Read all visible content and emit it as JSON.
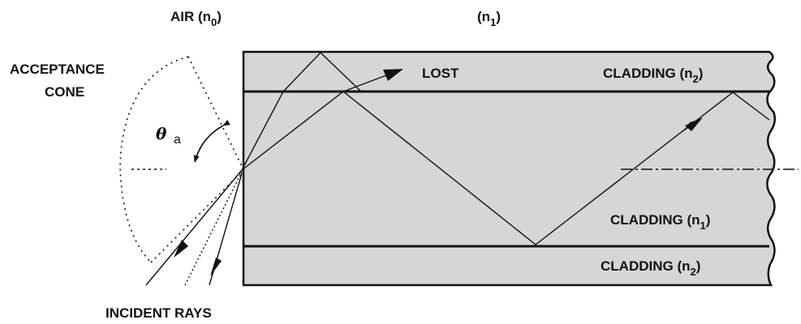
{
  "labels": {
    "air": "AIR (n",
    "air_sub": "0",
    "air_close": ")",
    "core_top": "(n",
    "core_top_sub": "1",
    "core_top_close": ")",
    "acceptance_line1": "ACCEPTANCE",
    "acceptance_line2": "CONE",
    "theta": "θ",
    "theta_sub": "a",
    "lost": "LOST",
    "cladding_top": "CLADDING (n",
    "cladding_top_sub": "2",
    "cladding_top_close": ")",
    "cladding_mid": "CLADDING (n",
    "cladding_mid_sub": "1",
    "cladding_mid_close": ")",
    "cladding_bottom": "CLADDING (n",
    "cladding_bottom_sub": "2",
    "cladding_bottom_close": ")",
    "incident": "INCIDENT  RAYS"
  },
  "colors": {
    "fiber_fill": "#d6d6d6",
    "line": "#111111"
  }
}
